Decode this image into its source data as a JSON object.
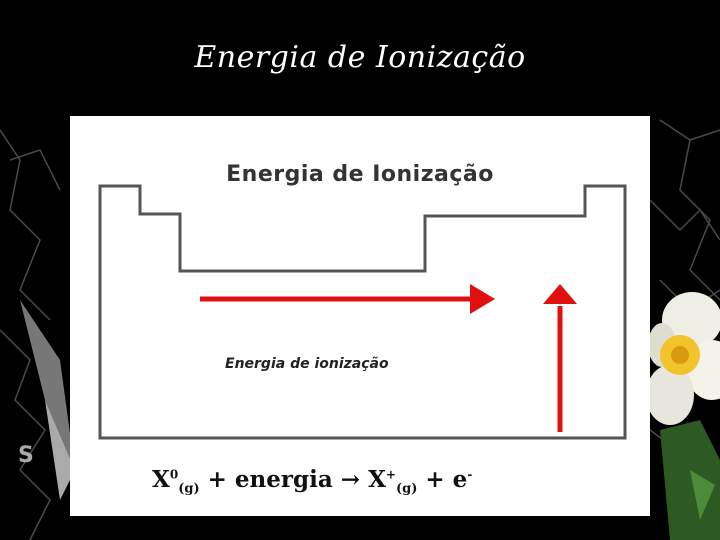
{
  "slide": {
    "title": "Energia de Ionização"
  },
  "diagram": {
    "heading": "Energia de Ionização",
    "arrow_caption": "Energia de ionização",
    "arrow_color": "#e01010",
    "equation": {
      "reactant": "X",
      "reactant_sup": "0",
      "reactant_sub": "(g)",
      "plus1": "+ energia",
      "arrow": "→",
      "product": "X",
      "product_sup": "+",
      "product_sub": "(g)",
      "plus2": "+ e",
      "electron_sup": "-"
    }
  },
  "colors": {
    "background": "#000000",
    "panel": "#ffffff",
    "title_text": "#ffffff"
  }
}
